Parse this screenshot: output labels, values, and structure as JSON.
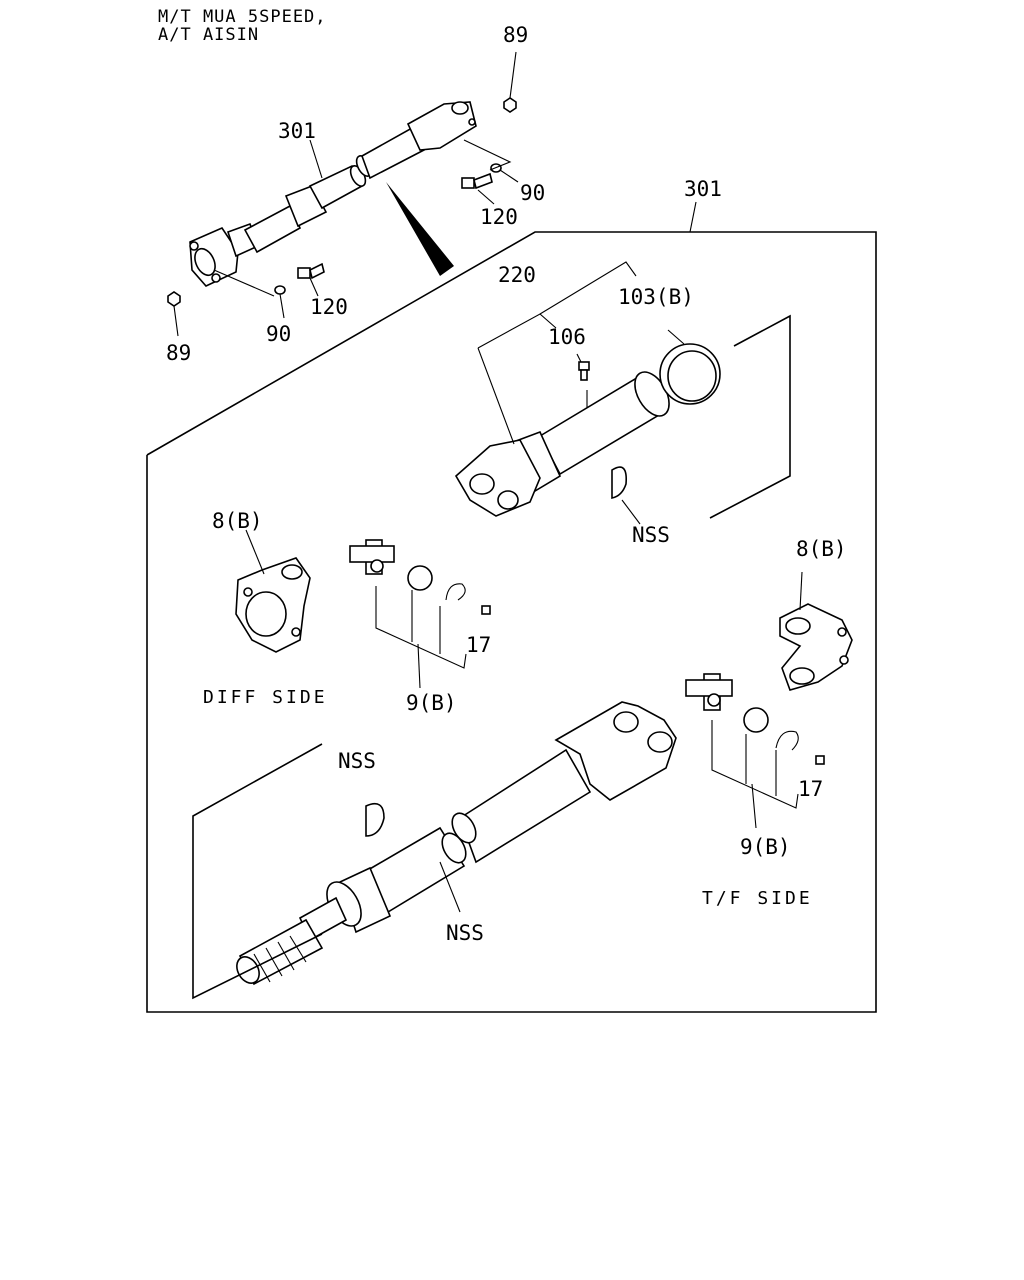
{
  "header": {
    "line1": "M/T MUA 5SPEED,",
    "line2": "A/T AISIN"
  },
  "callouts": {
    "nut_top": "89",
    "shaft_top": "301",
    "washer_top": "90",
    "bolt_top": "120",
    "shaft_detail": "301",
    "tube_yoke": "220",
    "seal": "103(B)",
    "grease_fitting": "106",
    "nss_tube": "NSS",
    "flange_yoke_diff": "8(B)",
    "flange_yoke_tf": "8(B)",
    "zerk_diff": "17",
    "spider_kit_diff": "9(B)",
    "nut_bottom": "89",
    "washer_bottom": "90",
    "bolt_bottom": "120",
    "nss_shaft_left": "NSS",
    "nss_shaft_center": "NSS",
    "zerk_tf": "17",
    "spider_kit_tf": "9(B)"
  },
  "sides": {
    "diff": "DIFF SIDE",
    "tf": "T/F  SIDE"
  }
}
